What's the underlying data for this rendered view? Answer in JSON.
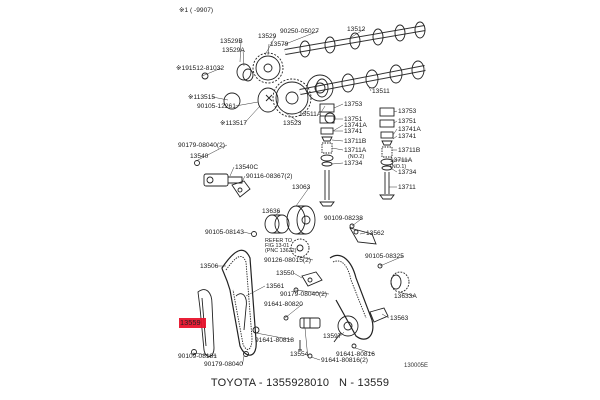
{
  "header": {
    "note": "※1 (     -9907)"
  },
  "caption": {
    "brand": "TOYOTA",
    "sep1": " - ",
    "part_no": "1355928010",
    "sep2": "   N - ",
    "ref_no": "13559"
  },
  "diagram_code": "130005E",
  "highlight_label": "13559",
  "labels": [
    "90250-05027",
    "13512",
    "13529",
    "13529B",
    "13579",
    "13529A",
    "※191512-81032",
    "※113515",
    "13511",
    "90105-12261",
    "13753",
    "13753",
    "13751",
    "13751",
    "13741A",
    "13741A",
    "13741",
    "13741",
    "※113517",
    "13523",
    "13511A",
    "13711B",
    "13711B",
    "13711A",
    "(NO.2)",
    "13734",
    "13711A",
    "(NO.1)",
    "13734",
    "13711",
    "90179-08040(2)",
    "13540",
    "13540C",
    "90116-08367(2)",
    "13063",
    "13636",
    "90109-08238",
    "90105-08143",
    "13562",
    "REFER TO",
    "FIG 13-01",
    "(PNC 13622)",
    "90126-08015(2)",
    "90105-08325",
    "13506",
    "13550",
    "13561",
    "90179-08040(2)",
    "13633A",
    "91641-80820",
    "13563",
    "13597",
    "91641-80818",
    "13554",
    "91641-80816(2)",
    "90109-08181",
    "90179-08040",
    "91641-80816"
  ]
}
